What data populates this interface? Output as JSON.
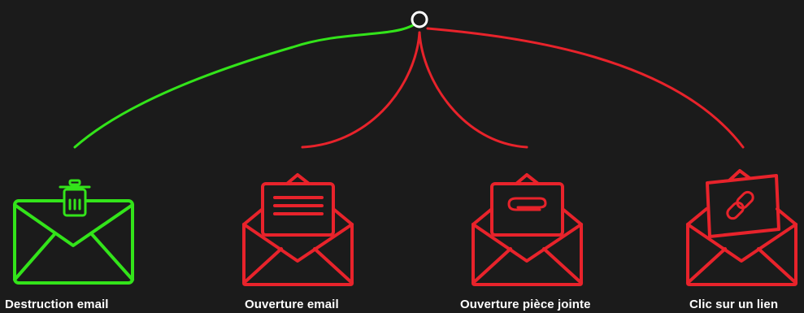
{
  "colors": {
    "background": "#1b1b1b",
    "positive": "#33e41a",
    "negative": "#e8232b",
    "root": "#ffffff"
  },
  "options": [
    {
      "label": "Destruction email",
      "status": "positive",
      "icon": "trash-envelope-icon"
    },
    {
      "label": "Ouverture email",
      "status": "negative",
      "icon": "open-envelope-document-icon"
    },
    {
      "label": "Ouverture pièce jointe",
      "status": "negative",
      "icon": "open-envelope-attachment-icon"
    },
    {
      "label": "Clic sur un lien",
      "status": "negative",
      "icon": "open-envelope-link-icon"
    }
  ]
}
